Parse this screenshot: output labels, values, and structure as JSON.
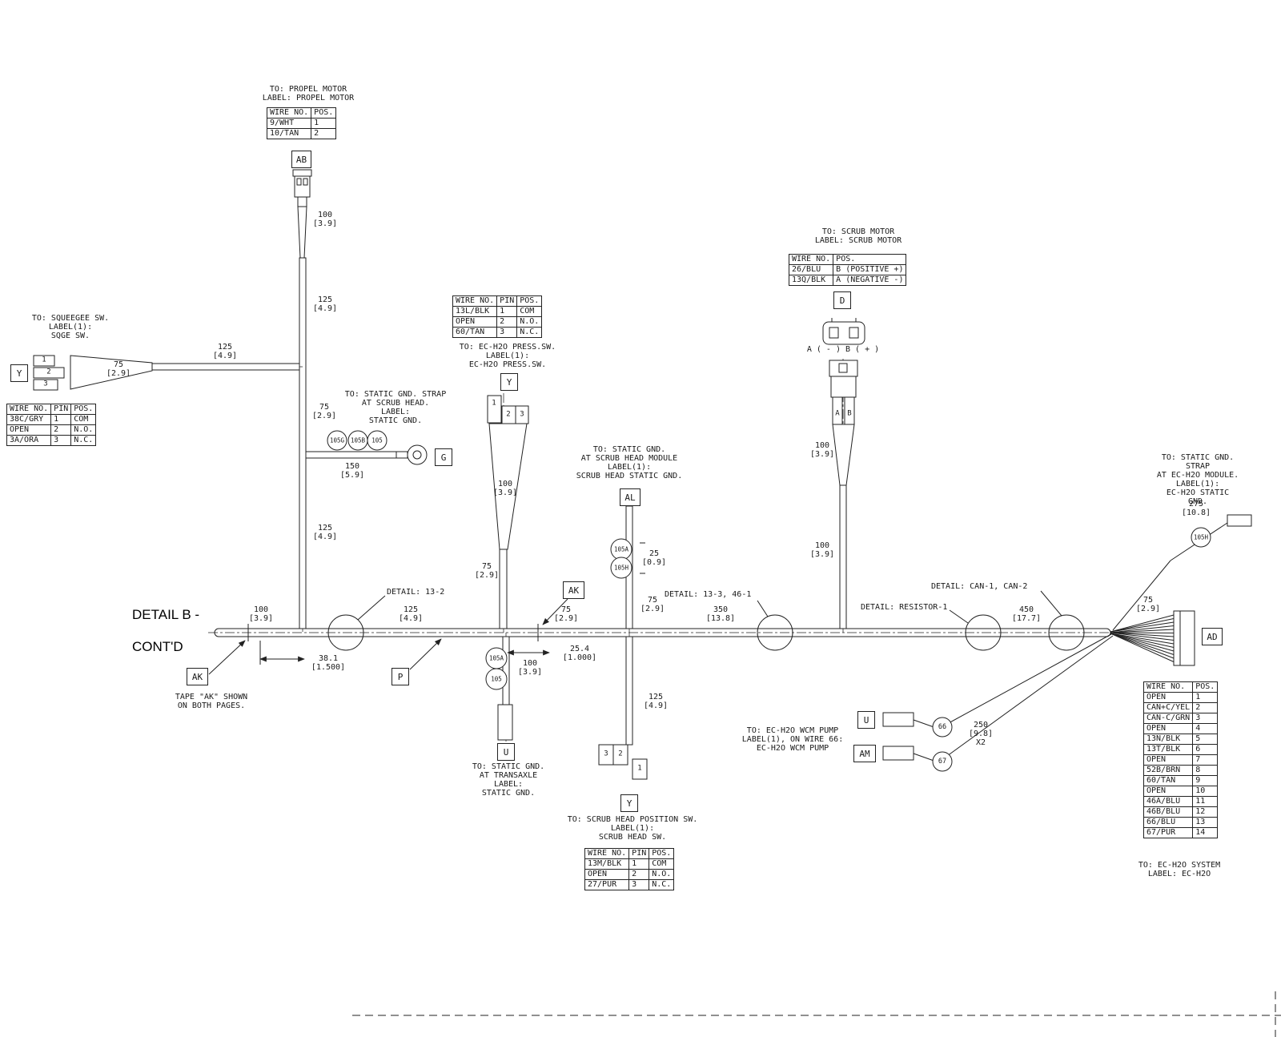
{
  "colors": {
    "ink": "#1a1a1a",
    "background": "#ffffff"
  },
  "title": [
    "DETAIL B -",
    "CONT'D"
  ],
  "callouts": {
    "propel_motor": [
      "TO: PROPEL MOTOR",
      "LABEL: PROPEL MOTOR"
    ],
    "squeegee_sw": [
      "TO: SQUEEGEE SW.",
      "LABEL(1):",
      "SQGE SW."
    ],
    "static_gnd_scrub_head": [
      "TO: STATIC GND. STRAP",
      "AT SCRUB HEAD.",
      "LABEL:",
      "STATIC GND."
    ],
    "ech2o_press_sw": [
      "TO: EC-H2O PRESS.SW.",
      "LABEL(1):",
      "EC-H2O PRESS.SW."
    ],
    "static_gnd_scrub_module": [
      "TO: STATIC GND.",
      "AT SCRUB HEAD MODULE",
      "LABEL(1):",
      "SCRUB HEAD STATIC GND."
    ],
    "scrub_motor": [
      "TO: SCRUB MOTOR",
      "LABEL: SCRUB MOTOR"
    ],
    "static_gnd_transaxle": [
      "TO: STATIC GND.",
      "AT TRANSAXLE",
      "LABEL:",
      "STATIC GND."
    ],
    "scrub_head_position_sw": [
      "TO: SCRUB HEAD POSITION SW.",
      "LABEL(1):",
      "SCRUB HEAD SW."
    ],
    "ech2o_wcm_pump": [
      "TO: EC-H2O WCM PUMP",
      "LABEL(1), ON WIRE 66:",
      "EC-H2O WCM PUMP"
    ],
    "static_gnd_ech2o_module": [
      "TO: STATIC GND. STRAP",
      "AT EC-H2O MODULE.",
      "LABEL(1):",
      "EC-H2O STATIC GND."
    ],
    "ech2o_system": [
      "TO: EC-H2O SYSTEM",
      "LABEL: EC-H2O"
    ],
    "tape_note": [
      "TAPE \"AK\" SHOWN",
      "ON BOTH PAGES."
    ]
  },
  "details": {
    "d13_2": "DETAIL: 13-2",
    "d13_3": "DETAIL: 13-3, 46-1",
    "resistor": "DETAIL: RESISTOR-1",
    "can": "DETAIL: CAN-1, CAN-2"
  },
  "connectors": {
    "ab": "AB",
    "y_squeegee": "Y",
    "g": "G",
    "y_press": "Y",
    "al": "AL",
    "d": "D",
    "ak_top": "AK",
    "ak_left": "AK",
    "p": "P",
    "u_transaxle": "U",
    "y_scrub_head": "Y",
    "u_pump": "U",
    "am": "AM",
    "ad": "AD"
  },
  "motor_pins": {
    "label": "A ( - )  B ( + )",
    "a": "A",
    "b": "B"
  },
  "pins": {
    "squeegee": [
      "1",
      "2",
      "3"
    ],
    "press": [
      "1",
      "2",
      "3"
    ],
    "scrub_head": [
      "3",
      "2",
      "1"
    ]
  },
  "splices": {
    "s105g": "105G",
    "s105b": "105B",
    "s105": "105",
    "s105a_mod": "105A",
    "s105h_mod": "105H",
    "s105a_tx": "105A",
    "s105_tx": "105",
    "s66": "66",
    "s67": "67",
    "s105h_ec": "105H"
  },
  "dimensions": {
    "propel_1": [
      "100",
      "[3.9]"
    ],
    "propel_2": [
      "125",
      "[4.9]"
    ],
    "squeegee_len": [
      "125",
      "[4.9]"
    ],
    "squeegee_tail": [
      "75",
      "[2.9]"
    ],
    "strap_1": [
      "75",
      "[2.9]"
    ],
    "strap_2": [
      "150",
      "[5.9]"
    ],
    "propel_3": [
      "125",
      "[4.9]"
    ],
    "press_1": [
      "100",
      "[3.9]"
    ],
    "press_2": [
      "75",
      "[2.9]"
    ],
    "module_tail": [
      "25",
      "[0.9]"
    ],
    "module_2": [
      "75",
      "[2.9]"
    ],
    "motor_1": [
      "100",
      "[3.9]"
    ],
    "motor_2": [
      "100",
      "[3.9]"
    ],
    "main_1": [
      "100",
      "[3.9]"
    ],
    "main_2": [
      "125",
      "[4.9]"
    ],
    "main_3": [
      "75",
      "[2.9]"
    ],
    "main_4": [
      "350",
      "[13.8]"
    ],
    "main_5": [
      "450",
      "[17.7]"
    ],
    "main_6": [
      "75",
      "[2.9]"
    ],
    "tape_1": [
      "38.1",
      "[1.500]"
    ],
    "tape_2": [
      "100",
      "[3.9]"
    ],
    "tape_3": [
      "25.4",
      "[1.000]"
    ],
    "scrub_head_len": [
      "125",
      "[4.9]"
    ],
    "pump_len": [
      "250",
      "[9.8]",
      "X2"
    ],
    "ec_module_len": [
      "275",
      "[10.8]"
    ]
  },
  "tables": {
    "propel": {
      "headers": [
        "WIRE NO.",
        "POS."
      ],
      "rows": [
        [
          "9/WHT",
          "1"
        ],
        [
          "10/TAN",
          "2"
        ]
      ]
    },
    "squeegee": {
      "headers": [
        "WIRE NO.",
        "PIN",
        "POS."
      ],
      "rows": [
        [
          "38C/GRY",
          "1",
          "COM"
        ],
        [
          "OPEN",
          "2",
          "N.O."
        ],
        [
          "3A/ORA",
          "3",
          "N.C."
        ]
      ]
    },
    "press": {
      "headers": [
        "WIRE NO.",
        "PIN",
        "POS."
      ],
      "rows": [
        [
          "13L/BLK",
          "1",
          "COM"
        ],
        [
          "OPEN",
          "2",
          "N.O."
        ],
        [
          "60/TAN",
          "3",
          "N.C."
        ]
      ]
    },
    "scrub_motor": {
      "headers": [
        "WIRE NO.",
        "POS."
      ],
      "rows": [
        [
          "26/BLU",
          "B (POSITIVE +)"
        ],
        [
          "13Q/BLK",
          "A (NEGATIVE -)"
        ]
      ]
    },
    "scrub_head": {
      "headers": [
        "WIRE NO.",
        "PIN",
        "POS."
      ],
      "rows": [
        [
          "13M/BLK",
          "1",
          "COM"
        ],
        [
          "OPEN",
          "2",
          "N.O."
        ],
        [
          "27/PUR",
          "3",
          "N.C."
        ]
      ]
    },
    "ad": {
      "headers": [
        "WIRE NO.",
        "POS."
      ],
      "rows": [
        [
          "OPEN",
          "1"
        ],
        [
          "CAN+C/YEL",
          "2"
        ],
        [
          "CAN-C/GRN",
          "3"
        ],
        [
          "OPEN",
          "4"
        ],
        [
          "13N/BLK",
          "5"
        ],
        [
          "13T/BLK",
          "6"
        ],
        [
          "OPEN",
          "7"
        ],
        [
          "52B/BRN",
          "8"
        ],
        [
          "60/TAN",
          "9"
        ],
        [
          "OPEN",
          "10"
        ],
        [
          "46A/BLU",
          "11"
        ],
        [
          "46B/BLU",
          "12"
        ],
        [
          "66/BLU",
          "13"
        ],
        [
          "67/PUR",
          "14"
        ]
      ]
    }
  }
}
